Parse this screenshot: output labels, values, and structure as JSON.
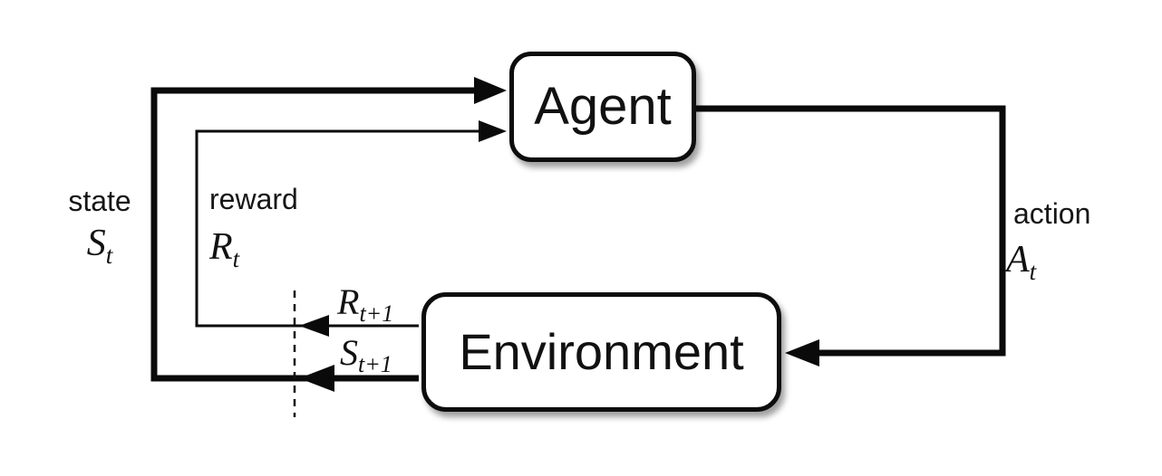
{
  "diagram": {
    "nodes": {
      "agent": {
        "label": "Agent"
      },
      "environment": {
        "label": "Environment"
      }
    },
    "signals": {
      "state": {
        "word": "state",
        "symbol": "S",
        "subscript": "t"
      },
      "reward": {
        "word": "reward",
        "symbol": "R",
        "subscript": "t"
      },
      "action": {
        "word": "action",
        "symbol": "A",
        "subscript": "t"
      },
      "next_reward": {
        "symbol": "R",
        "subscript": "t+1"
      },
      "next_state": {
        "symbol": "S",
        "subscript": "t+1"
      }
    },
    "colors": {
      "ink": "#0a0a0a",
      "background": "#ffffff",
      "node_fill": "#ffffff"
    }
  }
}
